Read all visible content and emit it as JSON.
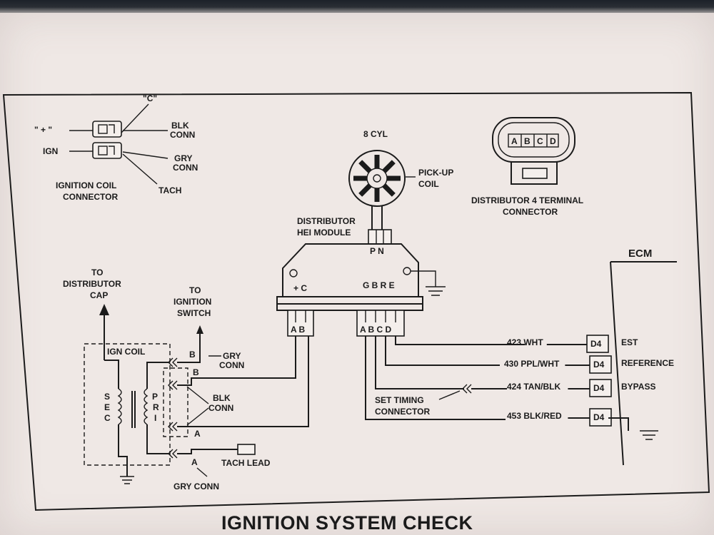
{
  "title": "IGNITION SYSTEM CHECK",
  "coil_connector": {
    "plus_label": "\" + \"",
    "ign_label": "IGN",
    "c_label": "\"C\"",
    "blk_conn": [
      "BLK",
      "CONN"
    ],
    "gry_conn": [
      "GRY",
      "CONN"
    ],
    "tach": "TACH",
    "caption": [
      "IGNITION COIL",
      "CONNECTOR"
    ]
  },
  "pickup": {
    "cyl_label": "8 CYL",
    "coil_label": [
      "PICK-UP",
      "COIL"
    ]
  },
  "dist_connector": {
    "pins": [
      "A",
      "B",
      "C",
      "D"
    ],
    "caption": [
      "DISTRIBUTOR 4 TERMINAL",
      "CONNECTOR"
    ]
  },
  "hei_module": {
    "caption": [
      "DISTRIBUTOR",
      "HEI MODULE"
    ],
    "pn_label": "P N",
    "plus_c_label": "+ C",
    "gbre_label": "G B R E",
    "left_pins": "A B",
    "right_pins": "A B C D"
  },
  "coil_circuit": {
    "to_cap": [
      "TO",
      "DISTRIBUTOR",
      "CAP"
    ],
    "to_switch": [
      "TO",
      "IGNITION",
      "SWITCH"
    ],
    "ign_coil": "IGN COIL",
    "sec": [
      "S",
      "E",
      "C"
    ],
    "pri": [
      "P",
      "R",
      "I"
    ],
    "b_top": "B",
    "b_mid": "B",
    "a_mid": "A",
    "a_bottom": "A",
    "gry_conn_top": [
      "GRY",
      "CONN"
    ],
    "blk_conn": [
      "BLK",
      "CONN"
    ],
    "tach_lead": "TACH LEAD",
    "gry_conn_bottom": "GRY CONN"
  },
  "set_timing": [
    "SET TIMING",
    "CONNECTOR"
  ],
  "ecm": {
    "title": "ECM",
    "circuits": [
      {
        "wire": "423 WHT",
        "pin": "D4",
        "name": "EST"
      },
      {
        "wire": "430 PPL/WHT",
        "pin": "D4",
        "name": "REFERENCE"
      },
      {
        "wire": "424 TAN/BLK",
        "pin": "D4",
        "name": "BYPASS"
      },
      {
        "wire": "453 BLK/RED",
        "pin": "D4",
        "name": ""
      }
    ]
  }
}
